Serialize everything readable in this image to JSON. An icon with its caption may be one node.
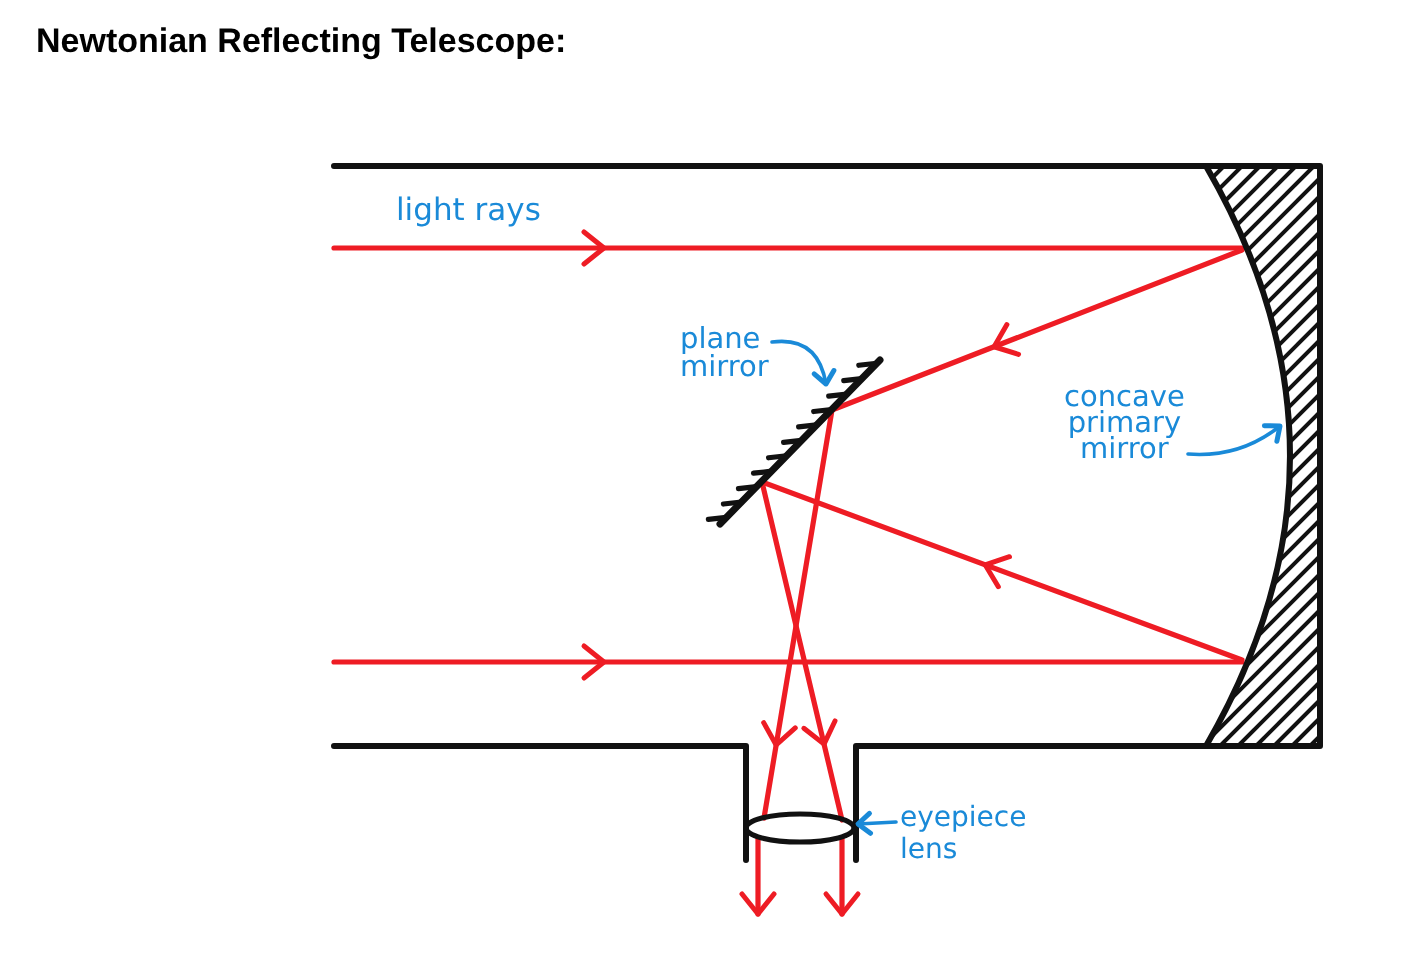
{
  "diagram": {
    "title": "Newtonian Reflecting Telescope:",
    "nodes": [
      {
        "text": [
          "plane mirror"
        ]
      },
      {
        "text": [],
        "shape": "bar"
      },
      {
        "text": [
          "concave primary mirror"
        ]
      },
      {
        "text": [],
        "shape": "picture"
      },
      {
        "text": [
          "eyepiece lens"
        ]
      },
      {
        "text": [],
        "shape": "ellipse"
      }
    ],
    "edges": [
      {
        "from": null,
        "to": 3,
        "arrow": "to",
        "label": "light rays"
      },
      {
        "from": null,
        "to": 3,
        "arrow": "to"
      },
      {
        "from": 3,
        "to": 1,
        "arrow": "to"
      },
      {
        "from": 3,
        "to": 1,
        "arrow": "to"
      },
      {
        "from": 1,
        "to": 5,
        "arrow": "to"
      },
      {
        "from": 1,
        "to": 5,
        "arrow": "to"
      },
      {
        "from": 5,
        "to": null,
        "arrow": "to"
      },
      {
        "from": 5,
        "to": null,
        "arrow": "to"
      },
      {
        "from": 0,
        "to": 1,
        "arrow": "to",
        "color": "#1a8ad8"
      },
      {
        "from": 2,
        "to": 3,
        "arrow": "to",
        "color": "#1a8ad8"
      },
      {
        "from": 4,
        "to": 5,
        "arrow": "to",
        "color": "#1a8ad8"
      }
    ]
  }
}
